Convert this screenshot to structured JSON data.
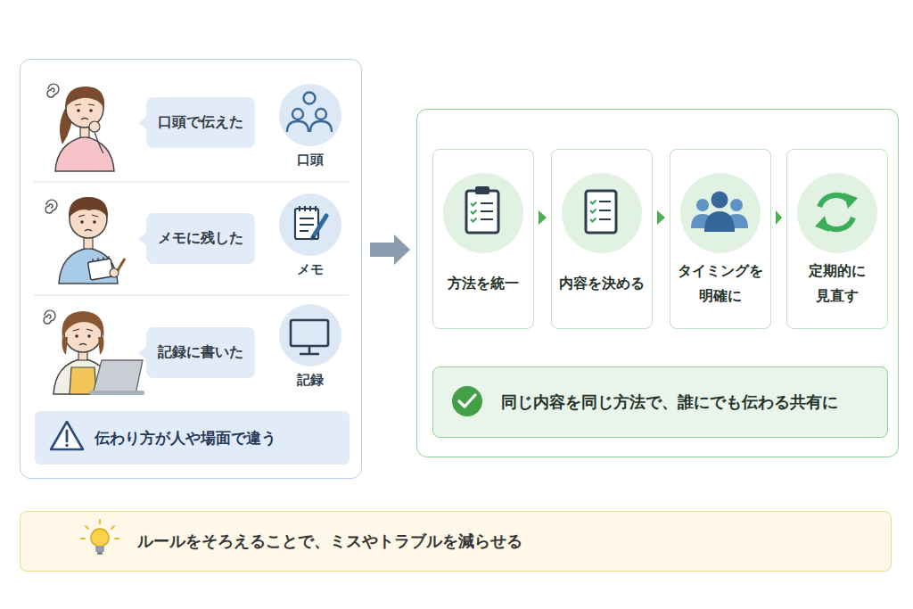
{
  "diagram": {
    "nodes": [
      {
        "text": []
      },
      {
        "text": [
          "口頭で伝えた"
        ],
        "in": 0
      },
      {
        "text": [
          "口頭"
        ],
        "in": 0
      },
      {
        "text": [
          "メモに残した"
        ],
        "in": 0
      },
      {
        "text": [
          "メモ"
        ],
        "in": 0
      },
      {
        "text": [
          "記録に書いた"
        ],
        "in": 0
      },
      {
        "text": [
          "記録"
        ],
        "in": 0
      },
      {
        "text": [
          "伝わり方が人や場面で違う"
        ],
        "in": 0
      },
      {
        "text": []
      },
      {
        "text": [
          "方法を統一"
        ],
        "in": 8
      },
      {
        "text": [
          "内容を決める"
        ],
        "in": 8
      },
      {
        "text": [
          "タイミングを 明確に"
        ],
        "in": 8
      },
      {
        "text": [
          "定期的に 見直す"
        ],
        "in": 8
      },
      {
        "text": [
          "同じ内容を同じ方法で、誰にでも伝わる共有に"
        ],
        "in": 8
      },
      {
        "text": [
          "ルールをそろえることで、ミスやトラブルを減らせる"
        ]
      }
    ],
    "edges": [
      {
        "from": 0,
        "to": 8,
        "arrow": "to"
      },
      {
        "from": 9,
        "to": 10,
        "arrow": "to"
      },
      {
        "from": 10,
        "to": 11,
        "arrow": "to"
      },
      {
        "from": 11,
        "to": 12,
        "arrow": "to"
      }
    ]
  }
}
